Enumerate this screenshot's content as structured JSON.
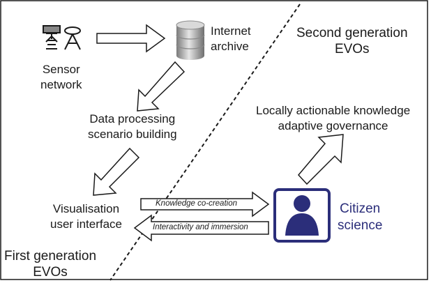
{
  "nodes": {
    "sensor_network": {
      "line1": "Sensor",
      "line2": "network"
    },
    "internet_archive": {
      "line1": "Internet",
      "line2": "archive"
    },
    "data_processing": {
      "line1": "Data processing",
      "line2": "scenario building"
    },
    "visualisation": {
      "line1": "Visualisation",
      "line2": "user interface"
    },
    "citizen_science": {
      "line1": "Citizen",
      "line2": "science"
    },
    "local_knowledge": {
      "line1": "Locally actionable knowledge",
      "line2": "adaptive governance"
    }
  },
  "regions": {
    "second_generation": {
      "line1": "Second generation",
      "line2": "EVOs"
    },
    "first_generation": {
      "line1": "First generation",
      "line2": "EVOs"
    }
  },
  "arrows": {
    "knowledge_cocreation": "Knowledge co-creation",
    "interactivity": "Interactivity and immersion"
  },
  "colors": {
    "citizen_blue": "#2b2e7a",
    "line": "#1a1a1a"
  },
  "icons": [
    "sensor-icon",
    "satellite-dish-icon",
    "database-icon",
    "person-icon"
  ]
}
